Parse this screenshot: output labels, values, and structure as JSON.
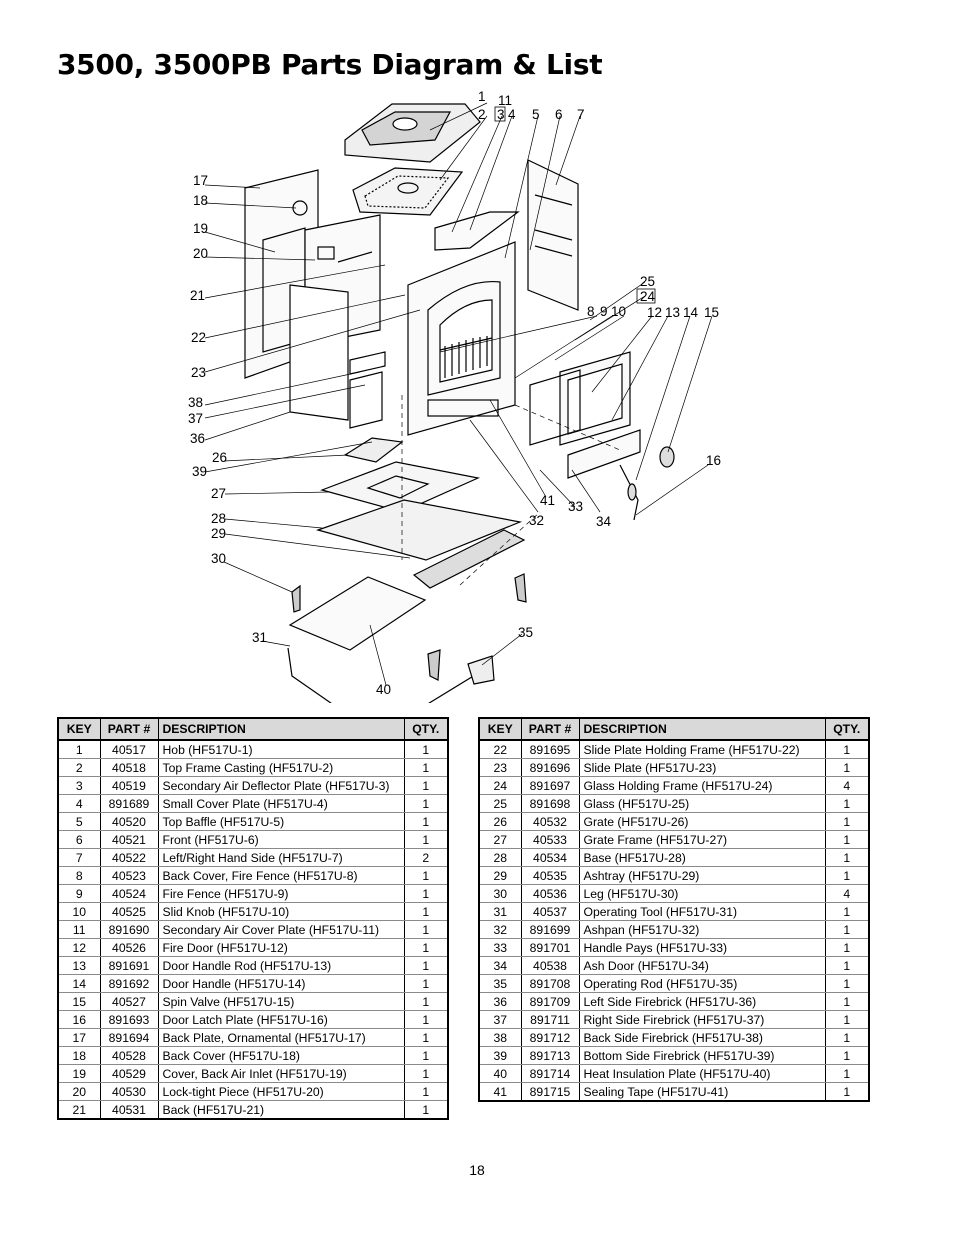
{
  "title": "3500, 3500PB Parts Diagram & List",
  "page_number": "18",
  "table_headers": {
    "key": "KEY",
    "part": "PART #",
    "description": "DESCRIPTION",
    "qty": "QTY."
  },
  "diagram_callouts": [
    "1",
    "2",
    "3",
    "4",
    "5",
    "6",
    "7",
    "8",
    "9",
    "10",
    "11",
    "12",
    "13",
    "14",
    "15",
    "16",
    "17",
    "18",
    "19",
    "20",
    "21",
    "22",
    "23",
    "24",
    "25",
    "26",
    "27",
    "28",
    "29",
    "30",
    "31",
    "32",
    "33",
    "34",
    "35",
    "36",
    "37",
    "38",
    "39",
    "40",
    "41"
  ],
  "parts_left": [
    {
      "key": "1",
      "part": "40517",
      "description": "Hob (HF517U-1)",
      "qty": "1"
    },
    {
      "key": "2",
      "part": "40518",
      "description": "Top Frame Casting (HF517U-2)",
      "qty": "1"
    },
    {
      "key": "3",
      "part": "40519",
      "description": "Secondary Air Deflector Plate (HF517U-3)",
      "qty": "1"
    },
    {
      "key": "4",
      "part": "891689",
      "description": "Small Cover Plate (HF517U-4)",
      "qty": "1"
    },
    {
      "key": "5",
      "part": "40520",
      "description": "Top Baffle (HF517U-5)",
      "qty": "1"
    },
    {
      "key": "6",
      "part": "40521",
      "description": "Front (HF517U-6)",
      "qty": "1"
    },
    {
      "key": "7",
      "part": "40522",
      "description": "Left/Right Hand Side (HF517U-7)",
      "qty": "2"
    },
    {
      "key": "8",
      "part": "40523",
      "description": "Back Cover, Fire Fence (HF517U-8)",
      "qty": "1"
    },
    {
      "key": "9",
      "part": "40524",
      "description": "Fire Fence (HF517U-9)",
      "qty": "1"
    },
    {
      "key": "10",
      "part": "40525",
      "description": "Slid Knob (HF517U-10)",
      "qty": "1"
    },
    {
      "key": "11",
      "part": "891690",
      "description": "Secondary Air Cover Plate (HF517U-11)",
      "qty": "1"
    },
    {
      "key": "12",
      "part": "40526",
      "description": "Fire Door (HF517U-12)",
      "qty": "1"
    },
    {
      "key": "13",
      "part": "891691",
      "description": "Door Handle Rod (HF517U-13)",
      "qty": "1"
    },
    {
      "key": "14",
      "part": "891692",
      "description": "Door Handle (HF517U-14)",
      "qty": "1"
    },
    {
      "key": "15",
      "part": "40527",
      "description": "Spin Valve (HF517U-15)",
      "qty": "1"
    },
    {
      "key": "16",
      "part": "891693",
      "description": "Door Latch Plate (HF517U-16)",
      "qty": "1"
    },
    {
      "key": "17",
      "part": "891694",
      "description": "Back Plate, Ornamental (HF517U-17)",
      "qty": "1"
    },
    {
      "key": "18",
      "part": "40528",
      "description": "Back Cover (HF517U-18)",
      "qty": "1"
    },
    {
      "key": "19",
      "part": "40529",
      "description": "Cover, Back Air Inlet (HF517U-19)",
      "qty": "1"
    },
    {
      "key": "20",
      "part": "40530",
      "description": "Lock-tight Piece (HF517U-20)",
      "qty": "1"
    },
    {
      "key": "21",
      "part": "40531",
      "description": "Back (HF517U-21)",
      "qty": "1"
    }
  ],
  "parts_right": [
    {
      "key": "22",
      "part": "891695",
      "description": "Slide Plate Holding Frame (HF517U-22)",
      "qty": "1"
    },
    {
      "key": "23",
      "part": "891696",
      "description": "Slide Plate (HF517U-23)",
      "qty": "1"
    },
    {
      "key": "24",
      "part": "891697",
      "description": "Glass Holding Frame (HF517U-24)",
      "qty": "4"
    },
    {
      "key": "25",
      "part": "891698",
      "description": "Glass (HF517U-25)",
      "qty": "1"
    },
    {
      "key": "26",
      "part": "40532",
      "description": "Grate (HF517U-26)",
      "qty": "1"
    },
    {
      "key": "27",
      "part": "40533",
      "description": "Grate Frame (HF517U-27)",
      "qty": "1"
    },
    {
      "key": "28",
      "part": "40534",
      "description": "Base (HF517U-28)",
      "qty": "1"
    },
    {
      "key": "29",
      "part": "40535",
      "description": "Ashtray (HF517U-29)",
      "qty": "1"
    },
    {
      "key": "30",
      "part": "40536",
      "description": "Leg (HF517U-30)",
      "qty": "4"
    },
    {
      "key": "31",
      "part": "40537",
      "description": "Operating Tool (HF517U-31)",
      "qty": "1"
    },
    {
      "key": "32",
      "part": "891699",
      "description": "Ashpan (HF517U-32)",
      "qty": "1"
    },
    {
      "key": "33",
      "part": "891701",
      "description": "Handle Pays (HF517U-33)",
      "qty": "1"
    },
    {
      "key": "34",
      "part": "40538",
      "description": "Ash Door (HF517U-34)",
      "qty": "1"
    },
    {
      "key": "35",
      "part": "891708",
      "description": "Operating Rod (HF517U-35)",
      "qty": "1"
    },
    {
      "key": "36",
      "part": "891709",
      "description": "Left Side Firebrick (HF517U-36)",
      "qty": "1"
    },
    {
      "key": "37",
      "part": "891711",
      "description": "Right Side Firebrick (HF517U-37)",
      "qty": "1"
    },
    {
      "key": "38",
      "part": "891712",
      "description": "Back Side Firebrick (HF517U-38)",
      "qty": "1"
    },
    {
      "key": "39",
      "part": "891713",
      "description": "Bottom Side Firebrick (HF517U-39)",
      "qty": "1"
    },
    {
      "key": "40",
      "part": "891714",
      "description": "Heat Insulation Plate (HF517U-40)",
      "qty": "1"
    },
    {
      "key": "41",
      "part": "891715",
      "description": "Sealing Tape (HF517U-41)",
      "qty": "1"
    }
  ]
}
